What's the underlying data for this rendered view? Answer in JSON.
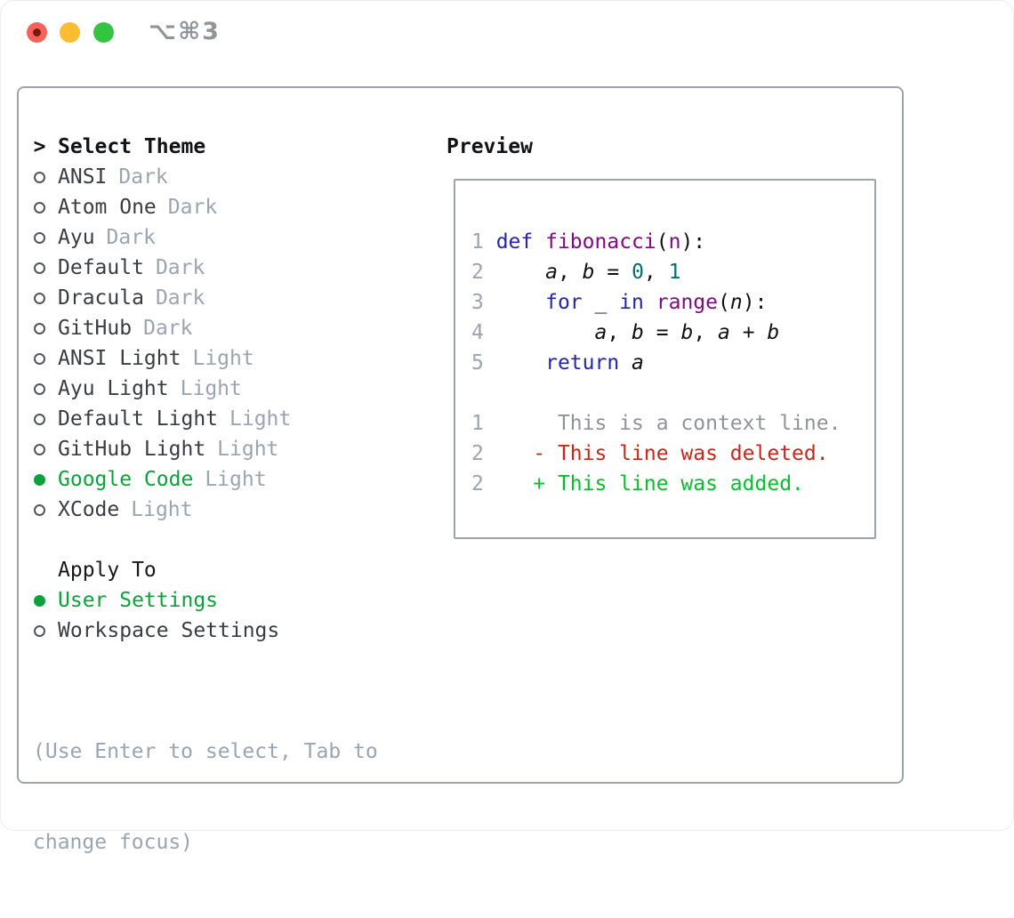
{
  "window": {
    "title": "⌥⌘3",
    "traffic_lights": [
      "close",
      "minimize",
      "zoom"
    ]
  },
  "colors": {
    "accent_green": "#0ba23c",
    "diff_added": "#0abd2e",
    "diff_deleted": "#c8271a",
    "keyword_blue": "#2525ae",
    "function_purple": "#7e0c80",
    "number_teal": "#086d6d",
    "muted_gray": "#9aa5b2",
    "border_gray": "#9ba4af"
  },
  "panel": {
    "select_theme": {
      "prompt": ">",
      "label": "Select Theme"
    },
    "themes": [
      {
        "name": "ANSI",
        "variant": "Dark",
        "selected": false
      },
      {
        "name": "Atom One",
        "variant": "Dark",
        "selected": false
      },
      {
        "name": "Ayu",
        "variant": "Dark",
        "selected": false
      },
      {
        "name": "Default",
        "variant": "Dark",
        "selected": false
      },
      {
        "name": "Dracula",
        "variant": "Dark",
        "selected": false
      },
      {
        "name": "GitHub",
        "variant": "Dark",
        "selected": false
      },
      {
        "name": "ANSI Light",
        "variant": "Light",
        "selected": false
      },
      {
        "name": "Ayu Light",
        "variant": "Light",
        "selected": false
      },
      {
        "name": "Default Light",
        "variant": "Light",
        "selected": false
      },
      {
        "name": "GitHub Light",
        "variant": "Light",
        "selected": false
      },
      {
        "name": "Google Code",
        "variant": "Light",
        "selected": true
      },
      {
        "name": "XCode",
        "variant": "Light",
        "selected": false
      }
    ],
    "apply_to": {
      "label": "Apply To",
      "options": [
        {
          "name": "User Settings",
          "selected": true
        },
        {
          "name": "Workspace Settings",
          "selected": false
        }
      ]
    },
    "help": [
      "(Use Enter to select, Tab to",
      "change focus)"
    ]
  },
  "preview": {
    "label": "Preview",
    "code_lines": [
      {
        "num": "1",
        "tokens": [
          {
            "t": "def",
            "s": "kw"
          },
          {
            "t": " "
          },
          {
            "t": "fibonacci",
            "s": "fn"
          },
          {
            "t": "("
          },
          {
            "t": "n",
            "s": "fn"
          },
          {
            "t": "):"
          }
        ]
      },
      {
        "num": "2",
        "tokens": [
          {
            "t": "    "
          },
          {
            "t": "a",
            "s": "var"
          },
          {
            "t": ", "
          },
          {
            "t": "b",
            "s": "var"
          },
          {
            "t": " = "
          },
          {
            "t": "0",
            "s": "num"
          },
          {
            "t": ", "
          },
          {
            "t": "1",
            "s": "num"
          }
        ]
      },
      {
        "num": "3",
        "tokens": [
          {
            "t": "    "
          },
          {
            "t": "for",
            "s": "kw"
          },
          {
            "t": " _ "
          },
          {
            "t": "in",
            "s": "kw"
          },
          {
            "t": " "
          },
          {
            "t": "range",
            "s": "fn"
          },
          {
            "t": "("
          },
          {
            "t": "n",
            "s": "var"
          },
          {
            "t": "):"
          }
        ]
      },
      {
        "num": "4",
        "tokens": [
          {
            "t": "        "
          },
          {
            "t": "a",
            "s": "var"
          },
          {
            "t": ", "
          },
          {
            "t": "b",
            "s": "var"
          },
          {
            "t": " = "
          },
          {
            "t": "b",
            "s": "var"
          },
          {
            "t": ", "
          },
          {
            "t": "a",
            "s": "var"
          },
          {
            "t": " + "
          },
          {
            "t": "b",
            "s": "var"
          }
        ]
      },
      {
        "num": "5",
        "tokens": [
          {
            "t": "    "
          },
          {
            "t": "return",
            "s": "kw"
          },
          {
            "t": " "
          },
          {
            "t": "a",
            "s": "var"
          }
        ]
      }
    ],
    "diff_lines": [
      {
        "num": "1",
        "tokens": [
          {
            "t": "     This is a context line.",
            "s": "ctx"
          }
        ]
      },
      {
        "num": "2",
        "tokens": [
          {
            "t": "   "
          },
          {
            "t": "- This line was deleted.",
            "s": "del"
          }
        ]
      },
      {
        "num": "2",
        "tokens": [
          {
            "t": "   "
          },
          {
            "t": "+ This line was added.",
            "s": "add"
          }
        ]
      }
    ]
  }
}
